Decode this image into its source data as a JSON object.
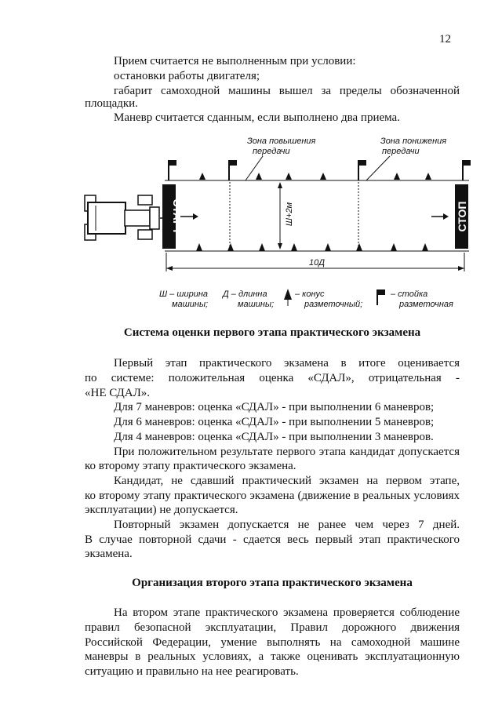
{
  "page_number": "12",
  "intro": {
    "p1": "Прием считается не выполненным при условии:",
    "p2": "остановки работы двигателя;",
    "p3a": "габарит самоходной машины вышел за пределы обозначенной",
    "p3b": "площадки.",
    "p4": "Маневр считается сданным, если выполнено два приема."
  },
  "diagram": {
    "zone_up_1": "Зона повышения",
    "zone_up_2": "передачи",
    "zone_down_1": "Зона понижения",
    "zone_down_2": "передачи",
    "start_label": "СТАРТ",
    "stop_label": "СТОП",
    "width_label": "Ш+2м",
    "length_label": "10Д",
    "legend": {
      "w1": "Ш – ширина",
      "w2": "машины;",
      "l1": "Д – длинна",
      "l2": "машины;",
      "c1": "– конус",
      "c2": "разметочный;",
      "s1": "– стойка",
      "s2": "разметочная"
    }
  },
  "section1": {
    "heading": "Система оценки первого этапа практического экзамена",
    "p1_l1": "Первый этап практического экзамена в итоге оценивается",
    "p1_l2": "по системе: положительная оценка «СДАЛ», отрицательная -",
    "p1_l3": "«НЕ СДАЛ».",
    "item1": "Для 7 маневров: оценка «СДАЛ» - при выполнении 6 маневров;",
    "item2": "Для 6 маневров: оценка «СДАЛ» - при выполнении 5 маневров;",
    "item3": "Для 4 маневров: оценка «СДАЛ» - при выполнении 3 маневров.",
    "p2_l1": "При положительном результате первого этапа кандидат допускается",
    "p2_l2": "ко второму этапу практического экзамена.",
    "p3_l1": "Кандидат, не сдавший практический экзамен на первом этапе,",
    "p3_l2": "ко второму этапу практического экзамена (движение в реальных условиях",
    "p3_l3": "эксплуатации) не допускается.",
    "p4_l1": "Повторный экзамен допускается не ранее чем через 7 дней.",
    "p4_l2": "В случае повторной сдачи - сдается весь первый этап практического",
    "p4_l3": "экзамена."
  },
  "section2": {
    "heading": "Организация второго этапа практического экзамена",
    "p1_l1": "На втором этапе практического экзамена проверяется соблюдение",
    "p1_l2": "правил безопасной эксплуатации, Правил дорожного движения",
    "p1_l3": "Российской Федерации, умение выполнять на самоходной машине",
    "p1_l4": "маневры в реальных условиях, а также оценивать эксплуатационную",
    "p1_l5": "ситуацию и правильно на нее реагировать."
  }
}
